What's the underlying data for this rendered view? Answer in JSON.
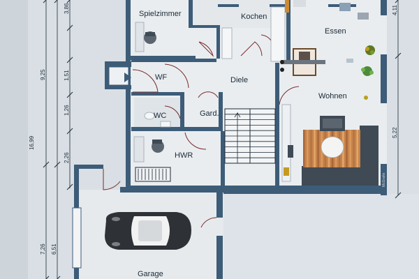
{
  "rooms": {
    "spielzimmer": "Spielzimmer",
    "kochen": "Kochen",
    "essen": "Essen",
    "wf": "WF",
    "diele": "Diele",
    "wohnen": "Wohnen",
    "wc": "WC",
    "gard": "Gard.",
    "hwr": "HWR",
    "garage": "Garage"
  },
  "dimensions": {
    "left": [
      "16,99",
      "7,26"
    ],
    "middle": [
      "9,25",
      "6,51"
    ],
    "inner": [
      "3,86",
      "1,51",
      "1,26",
      "2,26"
    ],
    "right": [
      "4,11",
      "5,22"
    ]
  },
  "watermark": "McGrafie",
  "colors": {
    "paper": "#dbe1e6",
    "floor": "#e8ecef",
    "wall": "#3d5c78",
    "door": "#7b2a2a"
  }
}
